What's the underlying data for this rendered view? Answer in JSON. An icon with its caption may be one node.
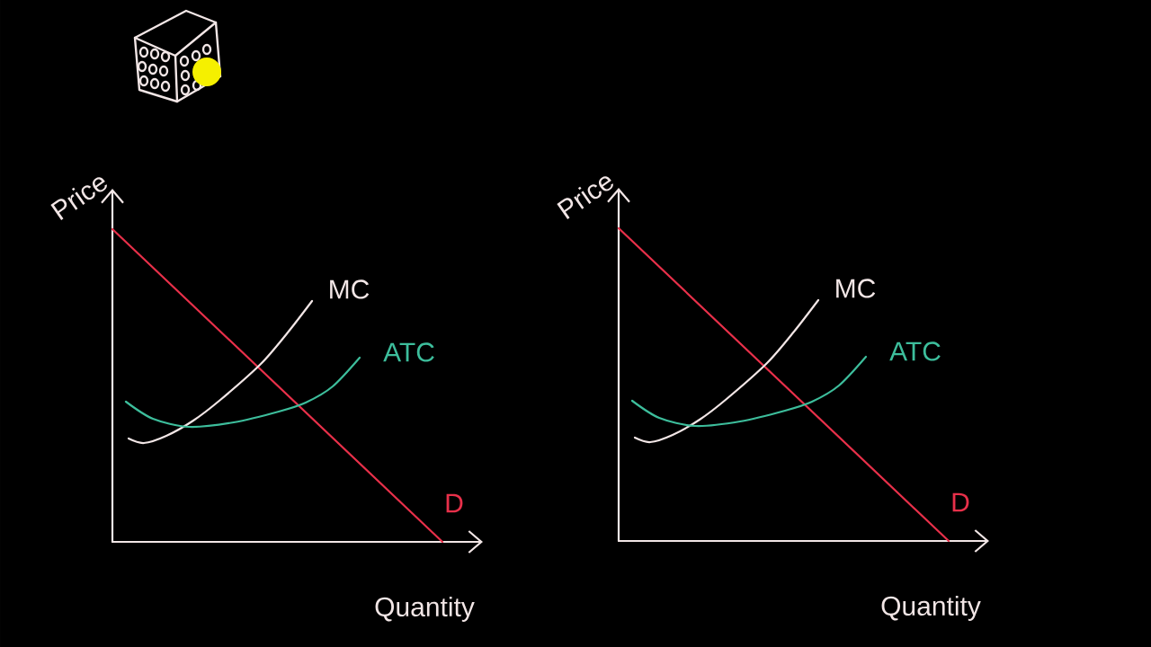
{
  "diagram": {
    "labels": [
      "Price",
      "MC",
      "ATC",
      "D",
      "Quantity",
      "Price",
      "MC",
      "ATC",
      "D",
      "Quantity"
    ]
  }
}
